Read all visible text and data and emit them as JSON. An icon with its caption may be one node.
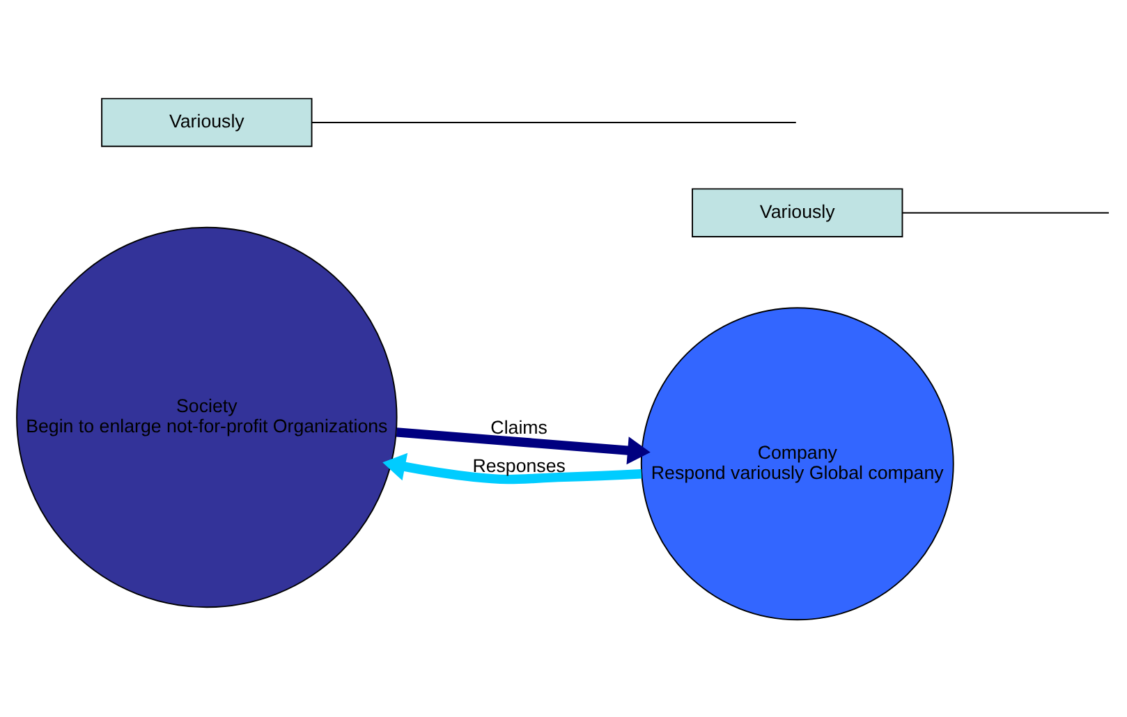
{
  "diagram": {
    "nodes": [
      {
        "text": [
          "Society",
          "Begin to enlarge not-for-profit Organizations"
        ]
      },
      {
        "text": [
          "Company",
          "Respond variously Global company"
        ]
      },
      {
        "text": [
          "Variously"
        ]
      },
      {
        "text": [
          "Variously"
        ]
      }
    ],
    "edges": [
      {
        "from": 0,
        "to": 1,
        "arrow": "to",
        "label": "Claims",
        "style": "thick",
        "color": "#000080"
      },
      {
        "from": 1,
        "to": 0,
        "arrow": "to",
        "label": "Responses",
        "style": "thick",
        "color": "#00ccff"
      },
      {
        "from": 2,
        "to": null,
        "arrow": "none"
      },
      {
        "from": 3,
        "to": null,
        "arrow": "none"
      }
    ]
  }
}
